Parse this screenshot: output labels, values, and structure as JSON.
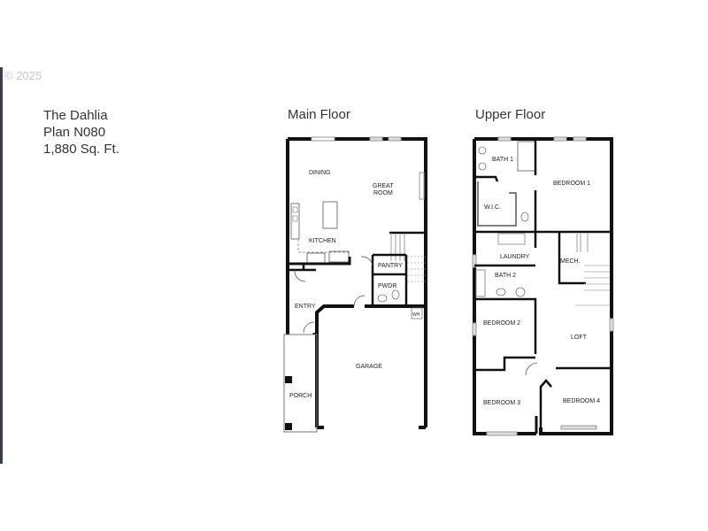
{
  "watermark": "© 2025",
  "plan": {
    "name": "The Dahlia",
    "plan_number": "Plan N080",
    "area": "1,880 Sq. Ft."
  },
  "floors": [
    {
      "title": "Main Floor",
      "rooms": [
        "DINING",
        "GREAT ROOM",
        "KITCHEN",
        "PANTRY",
        "PWDR",
        "ENTRY",
        "GARAGE",
        "PORCH"
      ],
      "appliances": [
        "WH"
      ]
    },
    {
      "title": "Upper Floor",
      "rooms": [
        "BATH 1",
        "BEDROOM 1",
        "W.I.C.",
        "LAUNDRY",
        "MECH.",
        "BATH 2",
        "BEDROOM 2",
        "LOFT",
        "BEDROOM 3",
        "BEDROOM 4"
      ]
    }
  ]
}
